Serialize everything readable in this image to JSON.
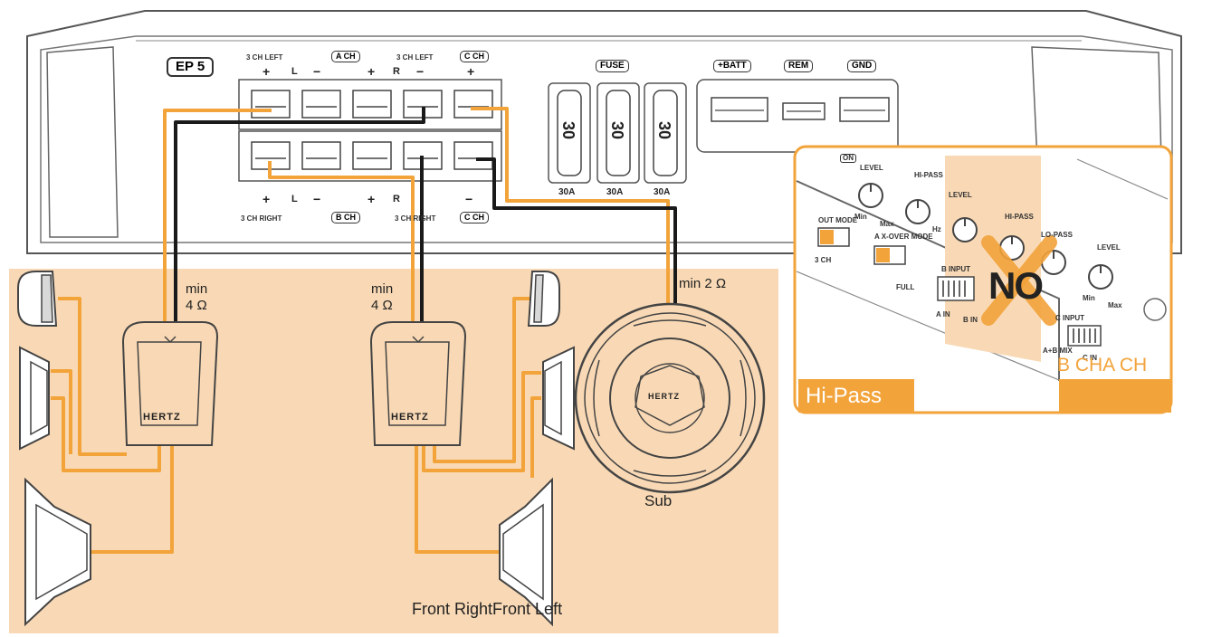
{
  "amp": {
    "model": "EP 5",
    "header_left": "3 CH LEFT",
    "header_mid": "3 CH LEFT",
    "a_ch": "A CH",
    "c_ch": "C CH",
    "b_ch": "B CH",
    "footer_left": "3 CH RIGHT",
    "footer_mid": "3 CH RIGHT",
    "plus": "+",
    "minus": "−",
    "l": "L",
    "r": "R",
    "fuse_title": "FUSE",
    "fuse_value": "30",
    "fuse_ratings": [
      "30A",
      "30A",
      "30A"
    ],
    "power": [
      "+BATT",
      "REM",
      "GND"
    ]
  },
  "wiring": {
    "front_left_impedance_line1": "min",
    "front_left_impedance_line2": "4 Ω",
    "front_right_impedance_line1": "min",
    "front_right_impedance_line2": "4 Ω",
    "sub_impedance": "min 2 Ω",
    "sub_label": "Sub",
    "front_label": "Front RightFront Left",
    "brand": "HERTZ"
  },
  "inset": {
    "title": "Hi-Pass",
    "channel_label": "B CHA CH",
    "no_label": "NO",
    "on": "ON",
    "level": "LEVEL",
    "hi_pass": "HI-PASS",
    "lo_pass": "LO-PASS",
    "out_mode": "OUT MODE",
    "x_over_mode": "A X-OVER MODE",
    "b_input": "B INPUT",
    "c_input": "C INPUT",
    "min": "Min",
    "max": "Max",
    "three_ch": "3 CH",
    "full": "FULL",
    "a_in": "A IN",
    "b_in": "B IN",
    "ab_mix": "A+B MIX",
    "c_in": "C IN",
    "hz": "Hz"
  },
  "colors": {
    "wire_orange": "#f2a33a",
    "wire_black": "#1a1a1a",
    "panel_bg": "#f9d9b5",
    "outline": "#555555"
  }
}
